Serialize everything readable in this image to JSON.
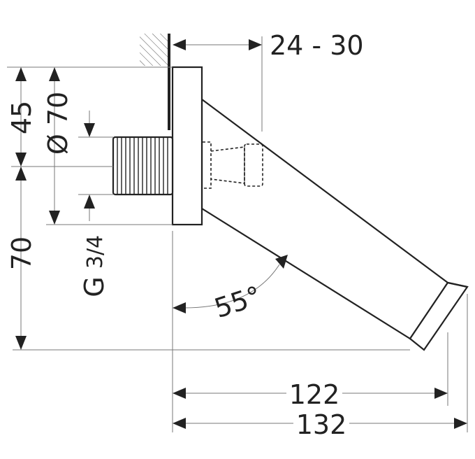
{
  "dimensions": {
    "wall_thickness": "24 - 30",
    "height_top": "45",
    "flange_diameter": "Ø 70",
    "height_bottom": "70",
    "thread": "G",
    "thread_size": "3/4",
    "angle": "55°",
    "length_inner": "122",
    "length_outer": "132"
  }
}
